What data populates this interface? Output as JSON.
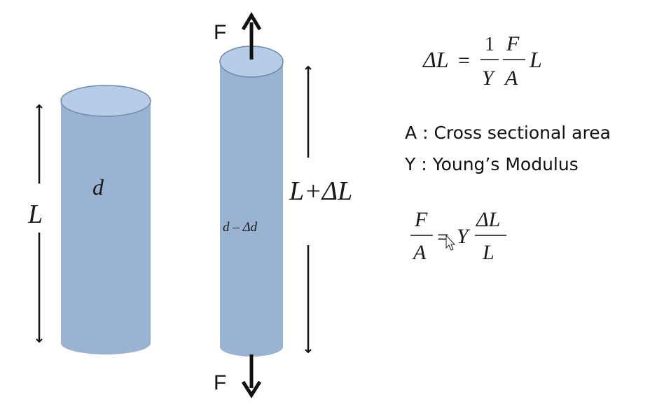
{
  "colors": {
    "cylinder_fill": "#9ab3d3",
    "cylinder_top": "#b7cce6",
    "cylinder_edge": "#6f89aa",
    "ink": "#111111"
  },
  "left_cylinder": {
    "diameter_label": "d",
    "length_label": "L"
  },
  "right_cylinder": {
    "diameter_label": "d – Δd",
    "length_label": "L+ΔL",
    "force_top": "F",
    "force_bottom": "F"
  },
  "equation1": {
    "lhs": "ΔL",
    "equals": "=",
    "frac1_num": "1",
    "frac1_den": "Y",
    "frac2_num": "F",
    "frac2_den": "A",
    "tail": "L"
  },
  "definitions": [
    {
      "symbol": "A",
      "sep": ":",
      "text": "Cross sectional area"
    },
    {
      "symbol": "Y",
      "sep": ":",
      "text": "Young’s Modulus"
    }
  ],
  "equation2": {
    "frac1_num": "F",
    "frac1_den": "A",
    "equals": "=",
    "mult": "Y",
    "frac2_num": "ΔL",
    "frac2_den": "L"
  },
  "icons": [
    "mouse-cursor-icon"
  ]
}
